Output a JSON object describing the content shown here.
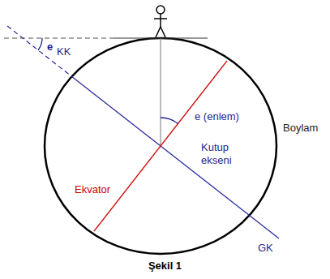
{
  "diagram": {
    "caption": "Şekil 1",
    "labels": [
      "e",
      "KK",
      "e (enlem)",
      "Boylam",
      "Kutup ekseni",
      "Ekvator",
      "GK"
    ]
  }
}
